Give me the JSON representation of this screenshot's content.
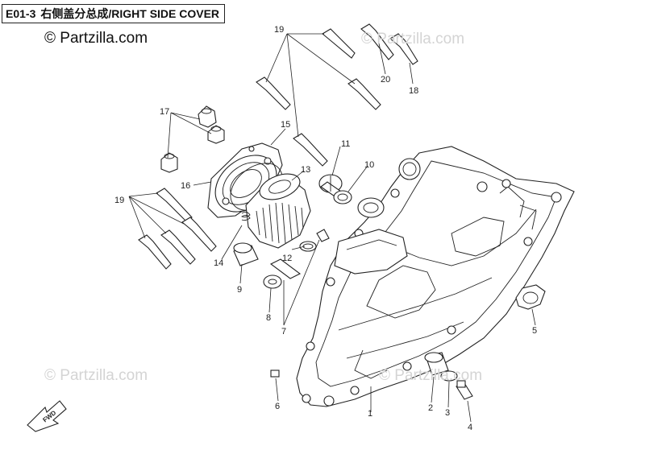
{
  "header": {
    "code": "E01-3",
    "title": "右侧盖分总成/RIGHT SIDE COVER",
    "copyright": "© Partzilla.com"
  },
  "watermarks": [
    "© Partzilla.com",
    "© Partzilla.com",
    "© Partzilla.com"
  ],
  "fwd_label": "FWD",
  "callouts": [
    {
      "id": "c1",
      "label": "1"
    },
    {
      "id": "c2",
      "label": "2"
    },
    {
      "id": "c3",
      "label": "3"
    },
    {
      "id": "c4",
      "label": "4"
    },
    {
      "id": "c5",
      "label": "5"
    },
    {
      "id": "c6",
      "label": "6"
    },
    {
      "id": "c7",
      "label": "7"
    },
    {
      "id": "c8",
      "label": "8"
    },
    {
      "id": "c9",
      "label": "9"
    },
    {
      "id": "c10",
      "label": "10"
    },
    {
      "id": "c11",
      "label": "11"
    },
    {
      "id": "c12",
      "label": "12"
    },
    {
      "id": "c13",
      "label": "13"
    },
    {
      "id": "c14",
      "label": "14"
    },
    {
      "id": "c15",
      "label": "15"
    },
    {
      "id": "c16",
      "label": "16"
    },
    {
      "id": "c17",
      "label": "17"
    },
    {
      "id": "c18",
      "label": "18"
    },
    {
      "id": "c19a",
      "label": "19"
    },
    {
      "id": "c19b",
      "label": "19"
    },
    {
      "id": "c20",
      "label": "20"
    }
  ],
  "colors": {
    "line": "#222222",
    "watermark": "#d4d4d4",
    "background": "#ffffff"
  }
}
